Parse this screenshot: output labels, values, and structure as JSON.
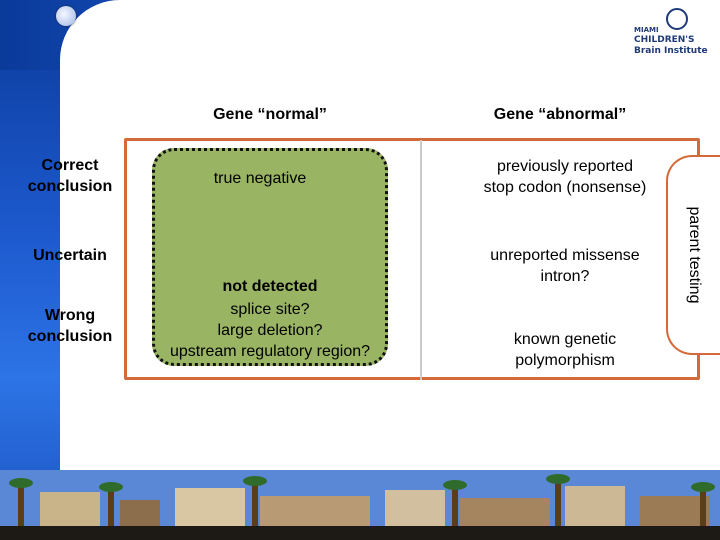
{
  "columns": {
    "normal": "Gene “normal”",
    "abnormal": "Gene “abnormal”"
  },
  "rows": {
    "correct": "Correct\nconclusion",
    "uncertain": "Uncertain",
    "wrong": "Wrong\nconclusion"
  },
  "cells": {
    "true_negative": "true negative",
    "not_detected_title": "not detected",
    "not_detected_list": "splice site?\nlarge deletion?\nupstream regulatory region?",
    "previously_reported": "previously reported\nstop codon (nonsense)",
    "unreported": "unreported missense\nintron?",
    "known_polymorphism": "known genetic\npolymorphism"
  },
  "side_label": "parent testing",
  "logo": {
    "line1": "MIAMI",
    "line2": "CHILDREN'S",
    "line3": "Brain Institute"
  },
  "colors": {
    "frame_blue": "#1e5bd0",
    "grid_border": "#d4693a",
    "highlight_green": "#99b462"
  }
}
